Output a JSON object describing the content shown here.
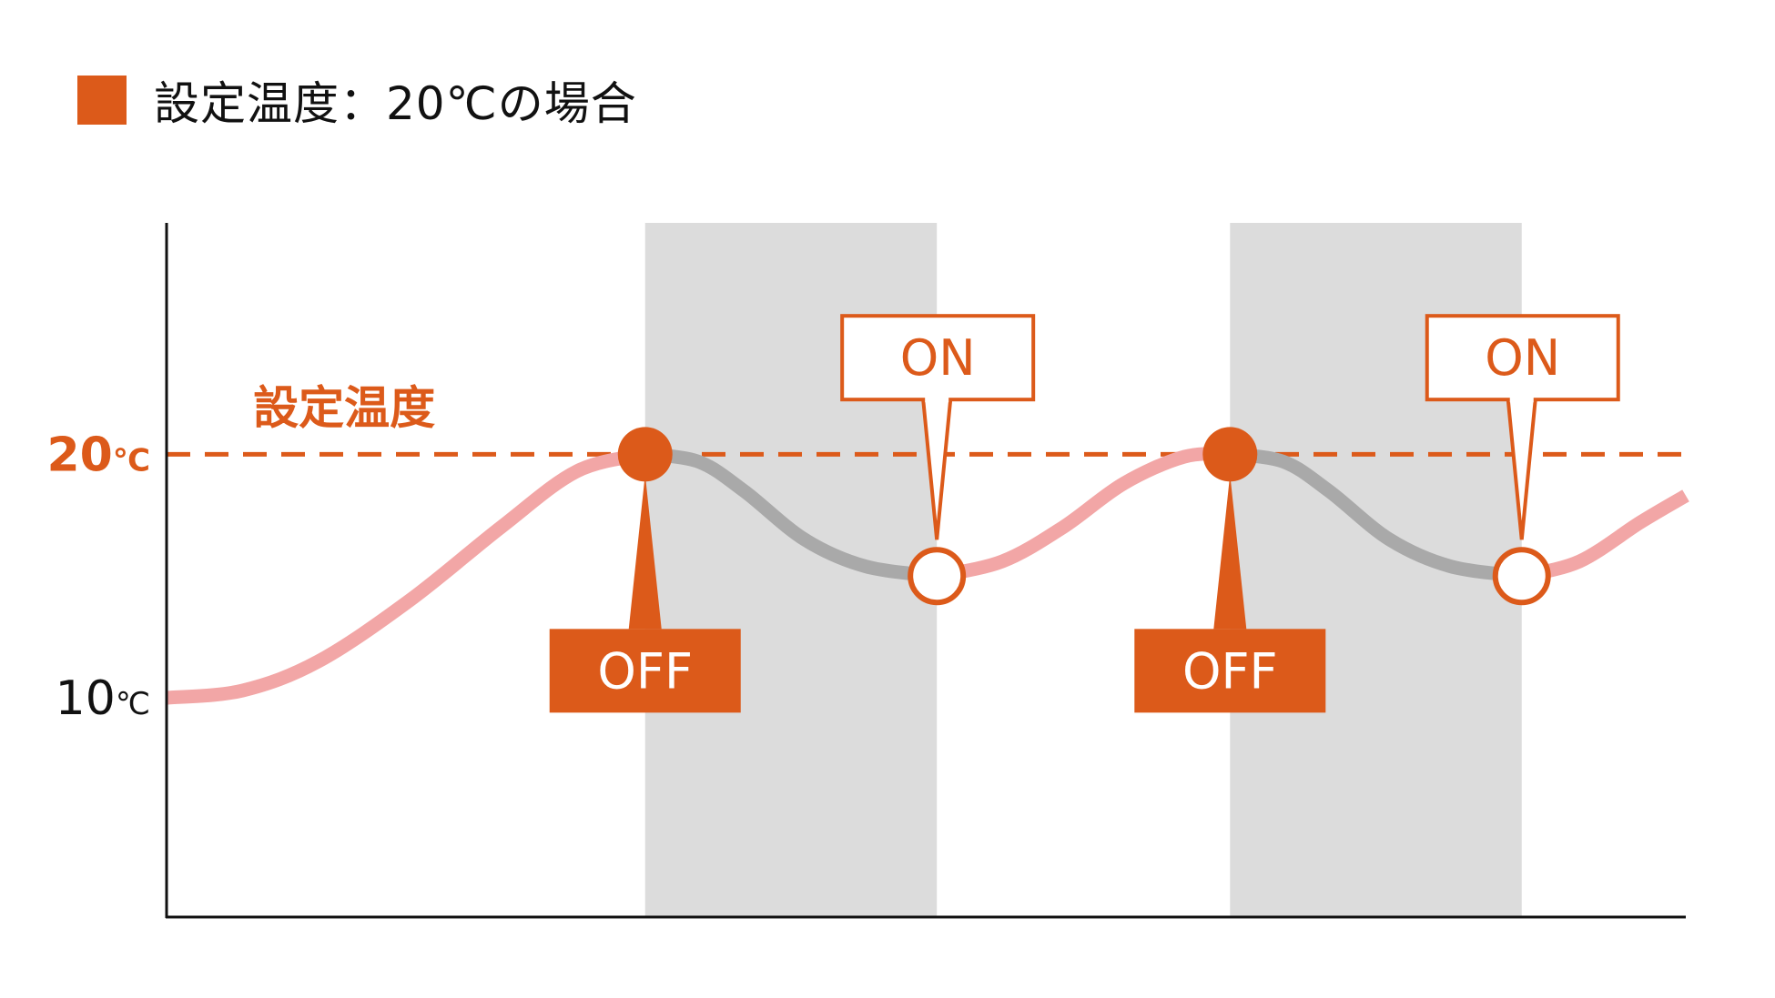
{
  "legend": {
    "label": "設定温度：20℃の場合",
    "swatch_color": "#DC5A1A"
  },
  "colors": {
    "accent": "#DC5A1A",
    "heating_curve": "#F2A6A6",
    "cooling_curve": "#A9A9A9",
    "off_band": "#DCDCDC",
    "axis": "#111111"
  },
  "chart_data": {
    "type": "line",
    "title": "設定温度：20℃の場合",
    "y_tick_labels": [
      {
        "value": 20,
        "text": "20",
        "unit": "℃",
        "highlight": true
      },
      {
        "value": 10,
        "text": "10",
        "unit": "℃",
        "highlight": false
      }
    ],
    "setpoint": {
      "value": 20,
      "label": "設定温度"
    },
    "ylim": [
      1,
      29.5
    ],
    "xlim": [
      0,
      100
    ],
    "off_periods": [
      [
        31.5,
        50.7
      ],
      [
        70,
        89.2
      ]
    ],
    "series": [
      {
        "state": "heating",
        "color_key": "heating_curve",
        "points": [
          [
            0,
            10
          ],
          [
            5,
            10.3
          ],
          [
            10,
            11.5
          ],
          [
            16,
            14
          ],
          [
            22,
            17
          ],
          [
            27,
            19.3
          ],
          [
            31.5,
            20
          ]
        ]
      },
      {
        "state": "cooling",
        "color_key": "cooling_curve",
        "points": [
          [
            31.5,
            20
          ],
          [
            35,
            19.7
          ],
          [
            38,
            18.5
          ],
          [
            42,
            16.5
          ],
          [
            46,
            15.4
          ],
          [
            50.7,
            15
          ]
        ]
      },
      {
        "state": "heating",
        "color_key": "heating_curve",
        "points": [
          [
            50.7,
            15
          ],
          [
            55,
            15.6
          ],
          [
            59,
            17
          ],
          [
            63,
            18.8
          ],
          [
            67,
            19.9
          ],
          [
            70,
            20
          ]
        ]
      },
      {
        "state": "cooling",
        "color_key": "cooling_curve",
        "points": [
          [
            70,
            20
          ],
          [
            73.5,
            19.7
          ],
          [
            76.5,
            18.5
          ],
          [
            80.5,
            16.5
          ],
          [
            84.5,
            15.4
          ],
          [
            89.2,
            15
          ]
        ]
      },
      {
        "state": "heating",
        "color_key": "heating_curve",
        "points": [
          [
            89.2,
            15
          ],
          [
            93,
            15.6
          ],
          [
            97,
            17.2
          ],
          [
            100,
            18.3
          ]
        ]
      }
    ],
    "annotations": [
      {
        "label": "OFF",
        "x": 31.5,
        "y": 20,
        "style": "filled"
      },
      {
        "label": "ON",
        "x": 50.7,
        "y": 15,
        "style": "outlined"
      },
      {
        "label": "OFF",
        "x": 70,
        "y": 20,
        "style": "filled"
      },
      {
        "label": "ON",
        "x": 89.2,
        "y": 15,
        "style": "outlined"
      }
    ]
  }
}
